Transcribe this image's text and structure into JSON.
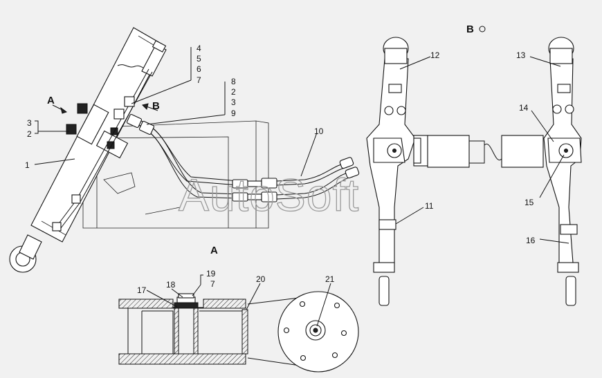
{
  "watermark": "AutoSoft",
  "view_labels": {
    "view_a_arrow": "A",
    "view_b_arrow": "B",
    "view_b_title": "B",
    "section_a_title": "A"
  },
  "callouts": {
    "c1": "1",
    "c2": "2",
    "c3": "3",
    "c4": "4",
    "c5": "5",
    "c6": "6",
    "c7": "7",
    "c8": "8",
    "c2b": "2",
    "c3b": "3",
    "c9": "9",
    "c10": "10",
    "c11": "11",
    "c12": "12",
    "c13": "13",
    "c14": "14",
    "c15": "15",
    "c16": "16",
    "c17": "17",
    "c18": "18",
    "c19": "19",
    "c7b": "7",
    "c20": "20",
    "c21": "21"
  }
}
